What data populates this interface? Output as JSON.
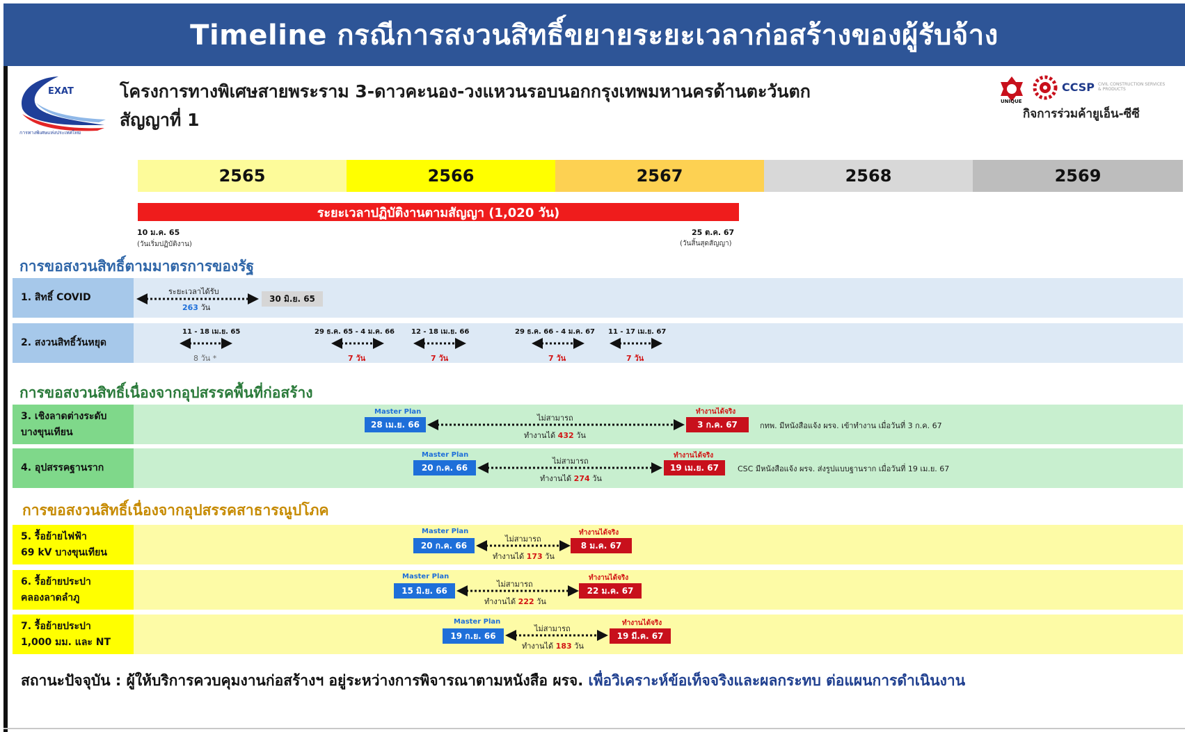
{
  "header": {
    "title": "Timeline กรณีการสงวนสิทธิ์ขยายระยะเวลาก่อสร้างของผู้รับจ้าง"
  },
  "logo": {
    "exat_text": "EXAT",
    "exat_caption": "การทางพิเศษแห่งประเทศไทย"
  },
  "project": {
    "name": "โครงการทางพิเศษสายพระราม 3-ดาวคะนอง-วงแหวนรอบนอกกรุงเทพมหานครด้านตะวันตก",
    "contract": "สัญญาที่ 1"
  },
  "consultant": {
    "unique_text": "UNIQUE",
    "ccsp_text": "CCSP",
    "ccsp_subtitle": "CIVIL CONSTRUCTION SERVICES & PRODUCTS",
    "jv_name": "กิจการร่วมค้ายูเอ็น-ซีซี"
  },
  "years": [
    {
      "label": "2565",
      "color": "#fdfb9a"
    },
    {
      "label": "2566",
      "color": "#ffff00"
    },
    {
      "label": "2567",
      "color": "#fdd152"
    },
    {
      "label": "2568",
      "color": "#d8d8d8"
    },
    {
      "label": "2569",
      "color": "#bdbdbd"
    }
  ],
  "contract_period": {
    "label": "ระยะเวลาปฏิบัติงานตามสัญญา (1,020 วัน)",
    "start_date": "10 ม.ค. 65",
    "start_note": "(วันเริ่มปฏิบัติงาน)",
    "end_date": "25 ต.ค. 67",
    "end_note": "(วันสิ้นสุดสัญญา)"
  },
  "sections": [
    {
      "title": "การขอสงวนสิทธิ์ตามมาตรการของรัฐ",
      "color": "#2f66a8"
    },
    {
      "title": "การขอสงวนสิทธิ์เนื่องจากอุปสรรคพื้นที่ก่อสร้าง",
      "color": "#2a7a3a"
    },
    {
      "title": "การขอสงวนสิทธิ์เนื่องจากอุปสรรคสาธารณูปโภค",
      "color": "#c68a00"
    }
  ],
  "row_colors": {
    "blue_label": "#a6c8ea",
    "blue_bg": "#dde9f5",
    "green_label": "#7fd88a",
    "green_bg": "#c8efcf",
    "yellow_label": "#ffff00",
    "yellow_bg": "#fdfba6"
  },
  "common": {
    "master_plan": "Master Plan",
    "actual": "ทำงานได้จริง",
    "unable": "ไม่สามารถ",
    "work_prefix": "ทำงานได้",
    "day_unit": "วัน"
  },
  "rows": [
    {
      "label_lines": [
        "1. สิทธิ์ COVID"
      ],
      "period_label": "ระยะเวลาได้รับ",
      "days": "263",
      "end": "30 มิ.ย. 65"
    },
    {
      "label_lines": [
        "2. สงวนสิทธิ์วันหยุด"
      ],
      "holidays": [
        {
          "range": "11 - 18 เม.ย. 65",
          "days": "8 วัน *"
        },
        {
          "range": "29 ธ.ค. 65 - 4 ม.ค. 66",
          "days": "7 วัน"
        },
        {
          "range": "12 - 18 เม.ย. 66",
          "days": "7 วัน"
        },
        {
          "range": "29 ธ.ค. 66 - 4 ม.ค. 67",
          "days": "7 วัน"
        },
        {
          "range": "11 - 17 เม.ย. 67",
          "days": "7 วัน"
        }
      ]
    },
    {
      "label_lines": [
        "3. เชิงลาดต่างระดับ",
        "บางขุนเทียน"
      ],
      "plan": "28 เม.ย. 66",
      "actual": "3 ก.ค. 67",
      "days": "432",
      "note": "กทพ. มีหนังสือแจ้ง ผรจ. เข้าทำงาน เมื่อวันที่ 3 ก.ค. 67"
    },
    {
      "label_lines": [
        "4. อุปสรรคฐานราก"
      ],
      "plan": "20 ก.ค. 66",
      "actual": "19 เม.ย. 67",
      "days": "274",
      "note": "CSC มีหนังสือแจ้ง ผรจ. ส่งรูปแบบฐานราก เมื่อวันที่ 19 เม.ย. 67"
    },
    {
      "label_lines": [
        "5. รื้อย้ายไฟฟ้า",
        "69 kV บางขุนเทียน"
      ],
      "plan": "20 ก.ค. 66",
      "actual": "8 ม.ค. 67",
      "days": "173"
    },
    {
      "label_lines": [
        "6. รื้อย้ายประปา",
        "คลองลาดลำภู"
      ],
      "plan": "15 มิ.ย. 66",
      "actual": "22 ม.ค. 67",
      "days": "222"
    },
    {
      "label_lines": [
        "7. รื้อย้ายประปา",
        "1,000 มม. และ NT"
      ],
      "plan": "19 ก.ย. 66",
      "actual": "19 มี.ค. 67",
      "days": "183"
    }
  ],
  "status": {
    "prefix": "สถานะปัจจุบัน : ผู้ให้บริการควบคุมงานก่อสร้างฯ อยู่ระหว่างการพิจารณาตามหนังสือ ผรจ.",
    "highlight": "เพื่อวิเคราะห์ข้อเท็จจริงและผลกระทบ ต่อแผนการดำเนินงาน"
  }
}
